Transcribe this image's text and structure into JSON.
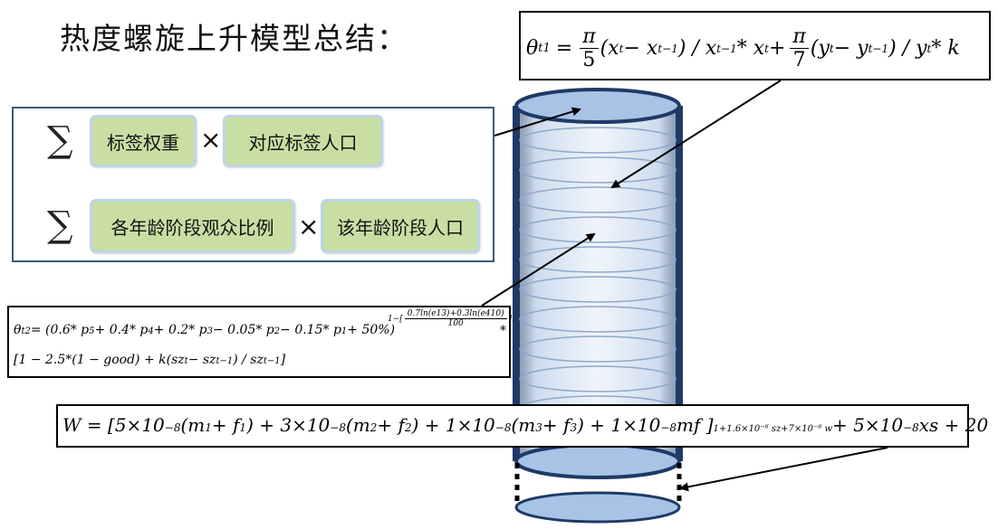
{
  "title": "热度螺旋上升模型总结：",
  "panel": {
    "rows": [
      {
        "sum_symbol": "∑",
        "left_box": "标签权重",
        "times": "×",
        "right_box": "对应标签人口"
      },
      {
        "sum_symbol": "∑",
        "left_box": "各年龄阶段观众比例",
        "times": "×",
        "right_box": "该年龄阶段人口"
      }
    ]
  },
  "formula_theta_t1": {
    "lhs": "θ",
    "lhs_sub": "t1",
    "eq": "=",
    "frac1_num": "π",
    "frac1_den": "5",
    "part1": "(x",
    "part1_sub_a": "t",
    "part1_b": " − x",
    "part1_sub_b": "t−1",
    "part1_c": ") / x",
    "part1_sub_c": "t−1",
    "part1_d": " * x",
    "part1_sub_d": "t",
    "plus": " +",
    "frac2_num": "π",
    "frac2_den": "7",
    "part2": "(y",
    "part2_sub_a": "t",
    "part2_b": " − y",
    "part2_sub_b": "t−1",
    "part2_c": ") / y",
    "part2_sub_c": "t",
    "part2_d": " * k"
  },
  "formula_theta_t2": {
    "line1_lhs": "θ",
    "line1_lhs_sub": "t2",
    "line1_body": " = (0.6* p",
    "s5": "5",
    "b2": " + 0.4* p",
    "s4": "4",
    "b3": " + 0.2* p",
    "s3": "3",
    "b4": " − 0.05* p",
    "s2": "2",
    "b5": " − 0.15* p",
    "s1": "1",
    "b6": " + 50%)",
    "exp_prefix": "1−[",
    "exp_num": "0.7ln(e13)+0.3ln(e410)",
    "exp_den": "100",
    "exp_suffix": "]",
    "star": "*",
    "line2": "[1 − 2.5*(1 − good) + k(sz",
    "line2_sub_a": "t",
    "line2_b": " − sz",
    "line2_sub_b": "t−1",
    "line2_c": ") / sz",
    "line2_sub_c": "t−1",
    "line2_d": "]"
  },
  "formula_w": {
    "body": "W = [5×10",
    "e1": "−8",
    "b2": "(m",
    "s1": "1",
    "b3": " + f",
    "s1b": "1",
    "b4": ") + 3×10",
    "e2": "−8",
    "b5": "(m",
    "s2": "2",
    "b6": " + f",
    "s2b": "2",
    "b7": ") + 1×10",
    "e3": "−8",
    "b8": "(m",
    "s3": "3",
    "b9": " + f",
    "s3b": "3",
    "b10": ") + 1×10",
    "e4": "−8",
    "b11": " mf ]",
    "exp": "1+1.6×10⁻⁶ sz+7×10⁻⁸ w",
    "b12": " + 5×10",
    "e5": "−8",
    "b13": " xs + 20"
  },
  "colors": {
    "cylinder_fill": "#c2d3ea",
    "cylinder_stroke": "#1f3a66",
    "cap_fill": "#a9c3e6",
    "box_fill": "#c9dea3",
    "box_border": "#bcd5e6",
    "panel_border": "#3d5a7a"
  }
}
